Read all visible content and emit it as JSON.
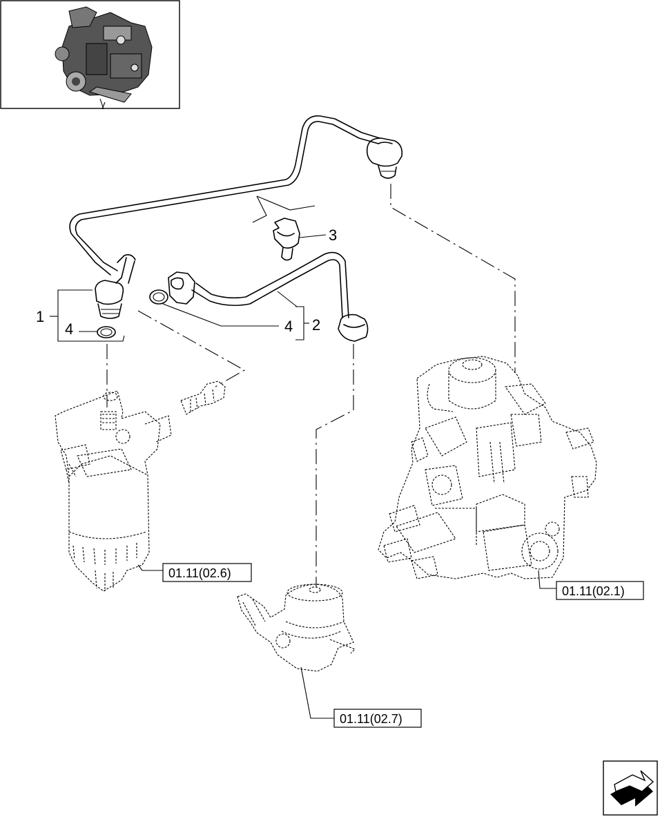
{
  "callouts": {
    "c1": "1",
    "c2": "2",
    "c3": "3",
    "c4a": "4",
    "c4b": "4"
  },
  "references": {
    "filter": "01.11(02.6)",
    "injection_pump": "01.11(02.1)",
    "feed_pump": "01.11(02.7)"
  },
  "icons": {
    "thumbnail": "engine-thumbnail-icon",
    "navigation": "next-page-arrow-icon"
  }
}
